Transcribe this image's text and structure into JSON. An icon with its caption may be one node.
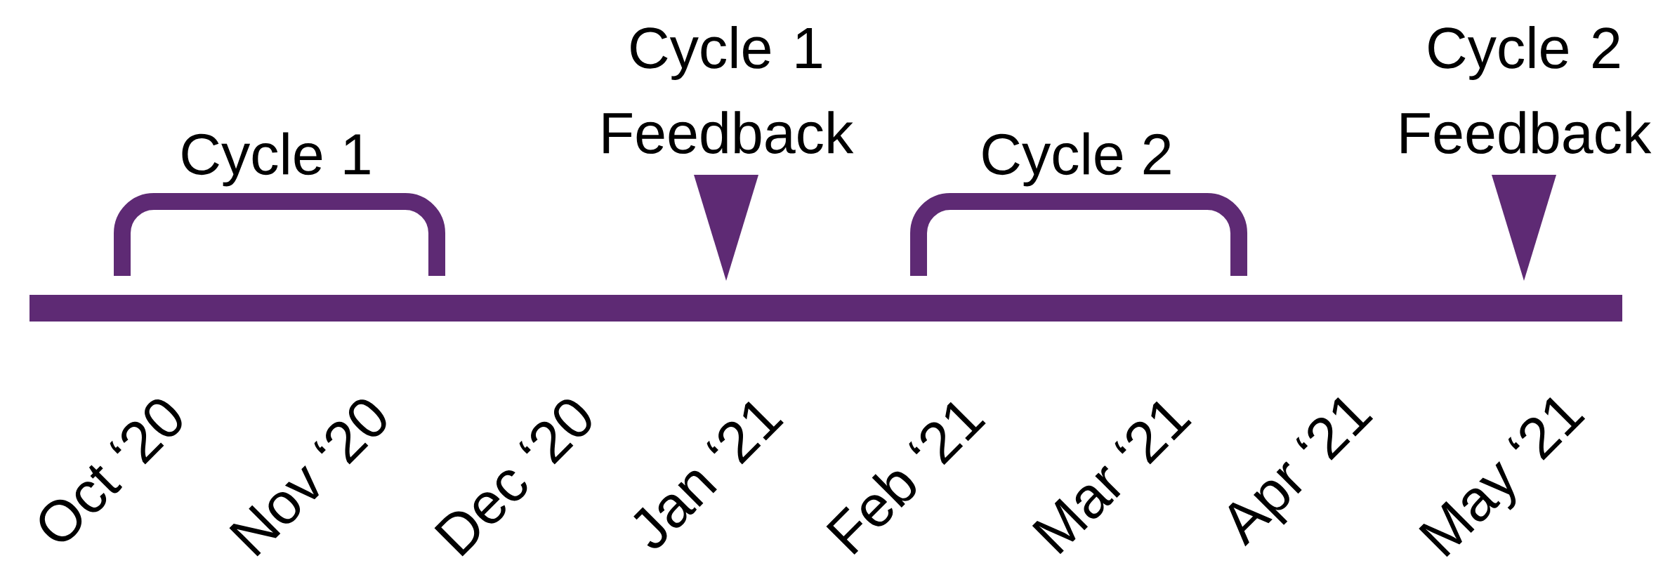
{
  "diagram": {
    "labels": [
      "Cycle 1",
      "Cycle 1 Feedback",
      "Cycle 2",
      "Cycle 2 Feedback",
      "Oct ‘20",
      "Nov ‘20",
      "Dec ‘20",
      "Jan ‘21",
      "Feb ‘21",
      "Mar ‘21",
      "Apr ‘21",
      "May ‘21"
    ]
  }
}
